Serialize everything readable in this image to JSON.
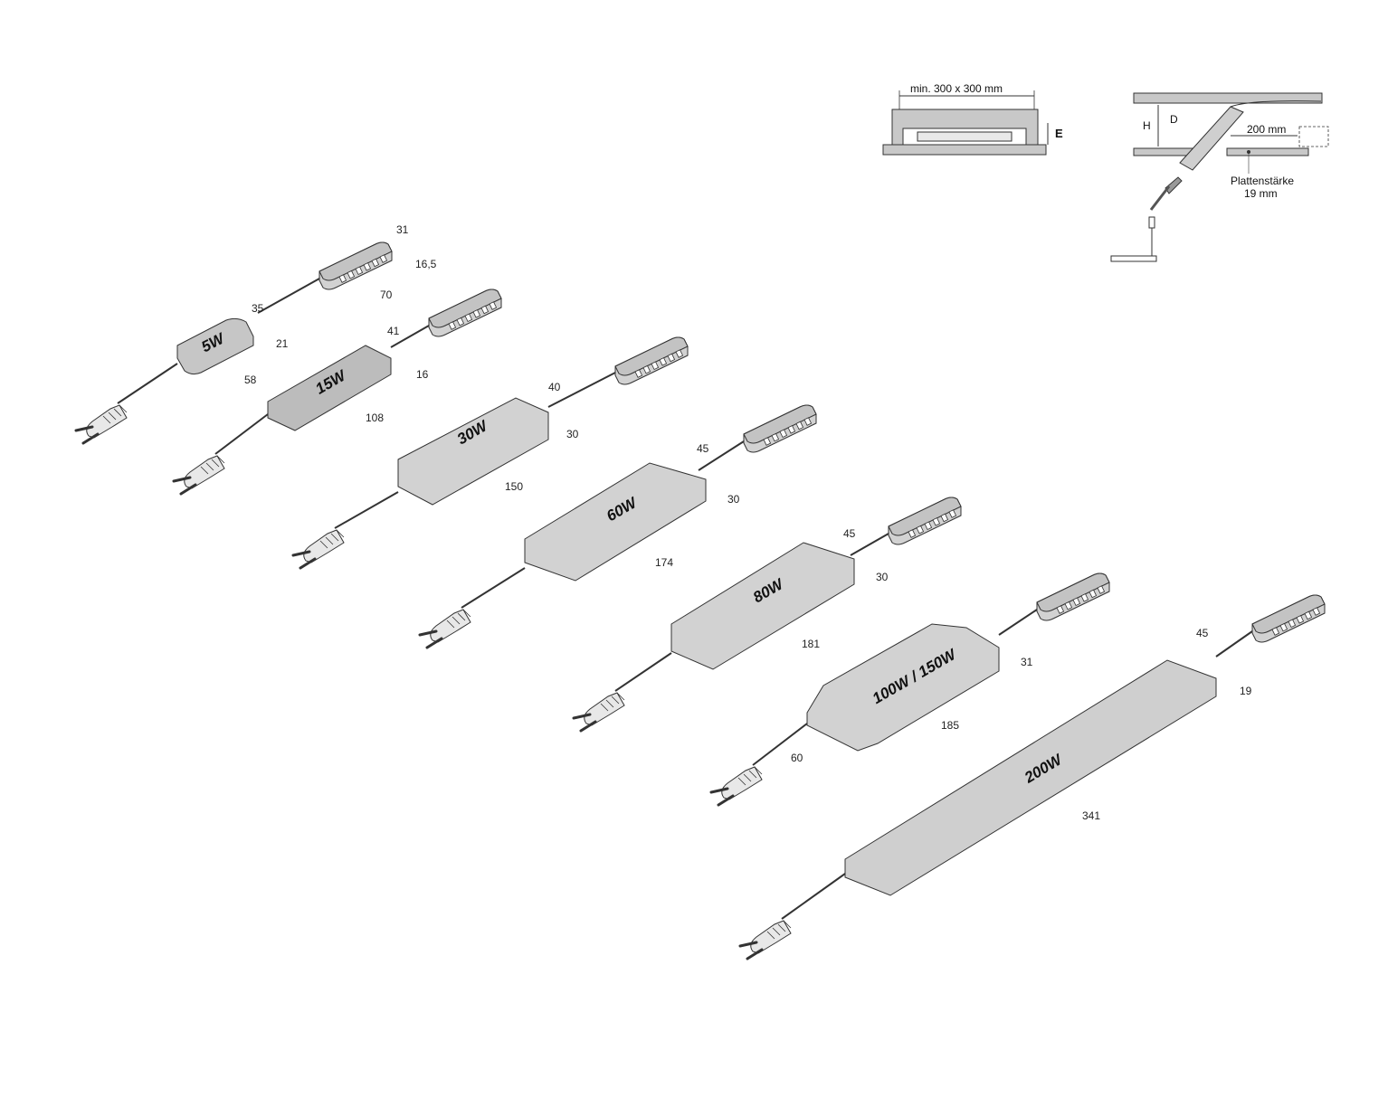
{
  "mounting": {
    "recess_label": "min. 300 x 300 mm",
    "e_label": "E",
    "h_label": "H",
    "d_label": "D",
    "distance_label": "200 mm",
    "board_label_1": "Plattenstärke",
    "board_label_2": "19 mm"
  },
  "units": [
    {
      "id": "5w",
      "watt": "5W",
      "length": "58",
      "height": "21",
      "cable": "35"
    },
    {
      "id": "15w",
      "watt": "15W",
      "length": "108",
      "height": "16",
      "cable": "41"
    },
    {
      "id": "30w",
      "watt": "30W",
      "length": "150",
      "height": "30",
      "cable": "40"
    },
    {
      "id": "60w",
      "watt": "60W",
      "length": "174",
      "height": "30",
      "cable": "45"
    },
    {
      "id": "80w",
      "watt": "80W",
      "length": "181",
      "height": "30",
      "cable": "45"
    },
    {
      "id": "100w",
      "watt": "100W / 150W",
      "length": "185",
      "height": "31",
      "cable": "60"
    },
    {
      "id": "200w",
      "watt": "200W",
      "length": "341",
      "height": "19",
      "cable": "45"
    }
  ],
  "distributor": {
    "length": "70",
    "height": "16,5",
    "width": "31"
  },
  "colors": {
    "housing": "#cfcfcf",
    "housing_dark": "#b8b8b8",
    "outline": "#333333",
    "board": "#c8c8c8"
  }
}
